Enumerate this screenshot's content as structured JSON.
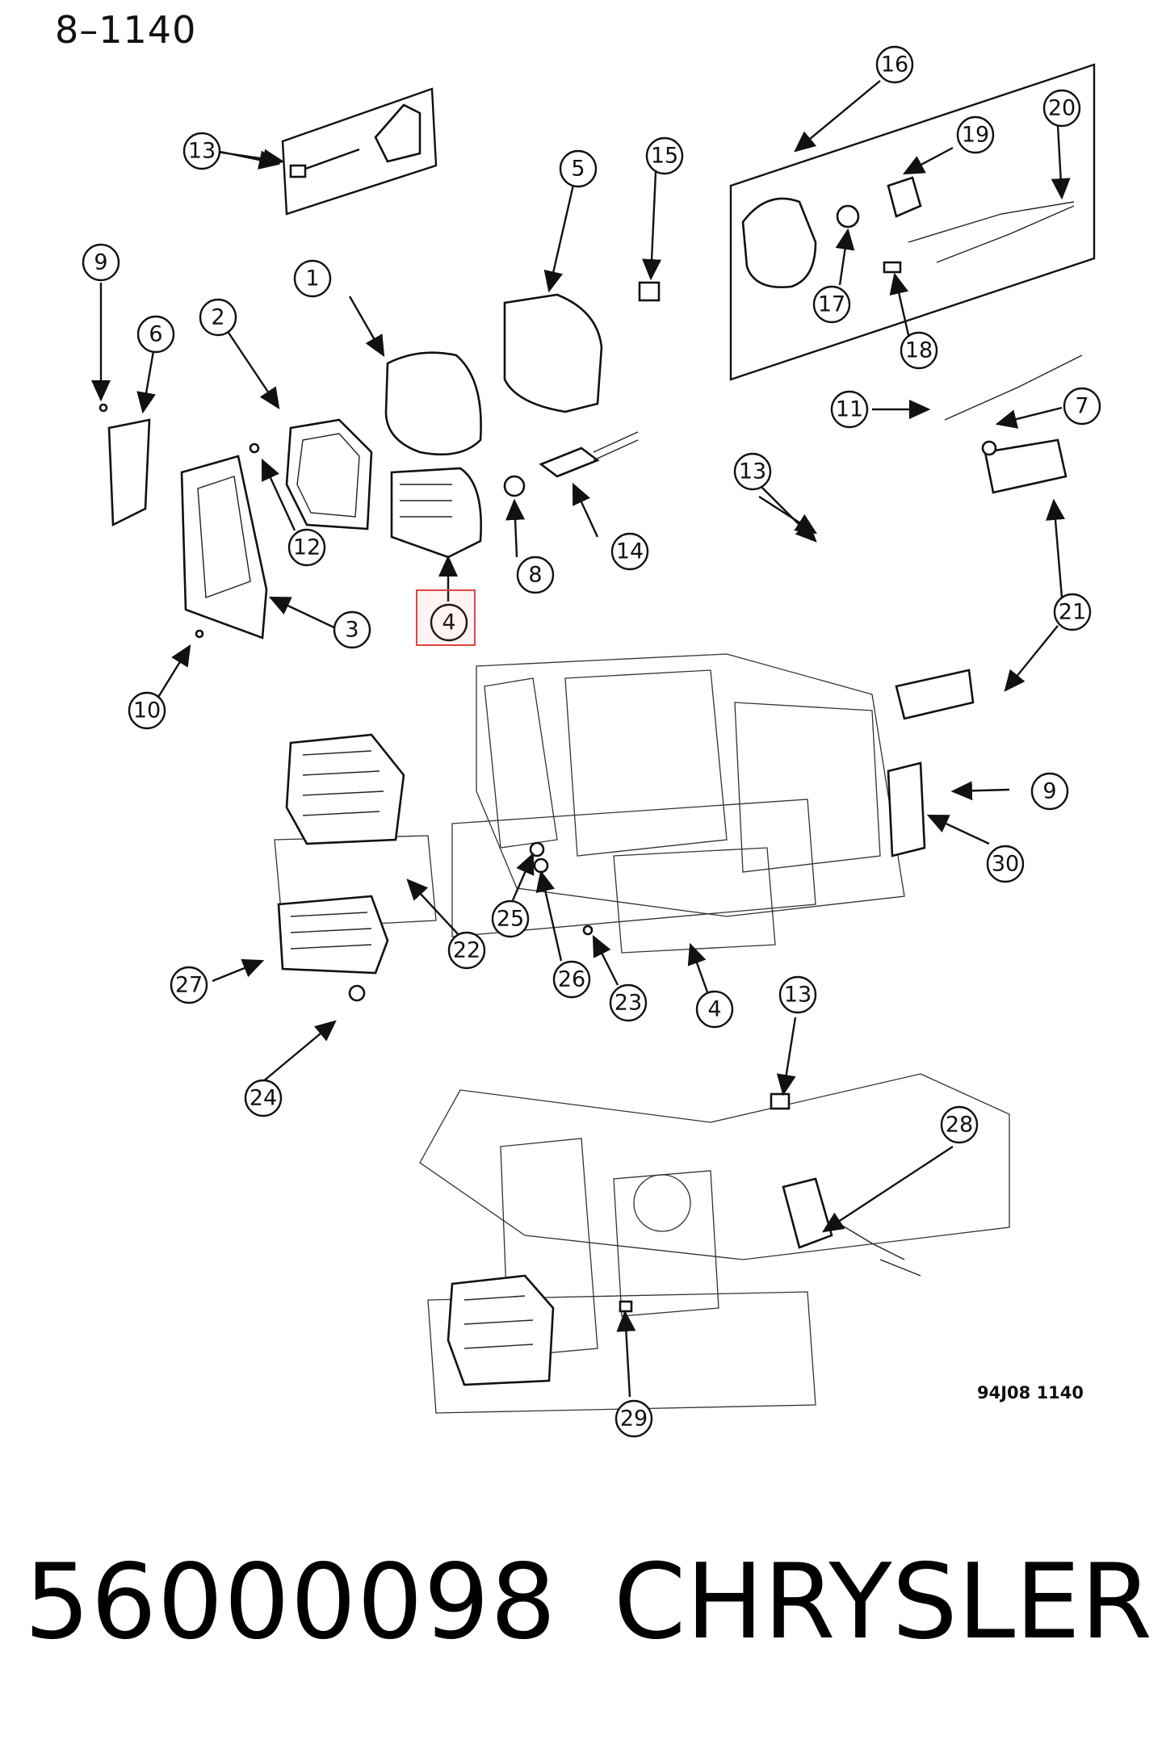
{
  "page_code": "8–1140",
  "reference_code": "94J08  1140",
  "part_number": "56000098",
  "brand": "CHRYSLER",
  "highlight_color": "#e0453f",
  "callouts": [
    "1",
    "2",
    "3",
    "4",
    "5",
    "6",
    "7",
    "8",
    "9",
    "10",
    "11",
    "12",
    "13",
    "14",
    "15",
    "16",
    "17",
    "18",
    "19",
    "20",
    "21",
    "22",
    "23",
    "24",
    "25",
    "26",
    "27",
    "28",
    "29",
    "30"
  ]
}
